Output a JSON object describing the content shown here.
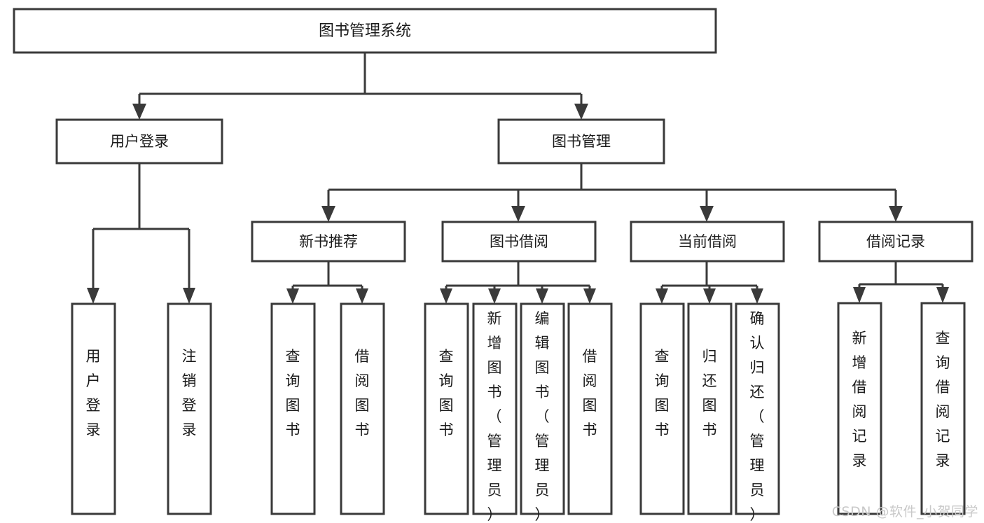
{
  "diagram": {
    "type": "tree-hierarchy",
    "orientation": "top-down",
    "root": {
      "id": "root",
      "label": "图书管理系统"
    },
    "level1": [
      {
        "id": "user-login",
        "label": "用户登录"
      },
      {
        "id": "book-management",
        "label": "图书管理"
      }
    ],
    "level2": [
      {
        "id": "new-book-recommend",
        "label": "新书推荐",
        "parent": "book-management"
      },
      {
        "id": "book-borrow",
        "label": "图书借阅",
        "parent": "book-management"
      },
      {
        "id": "current-borrow",
        "label": "当前借阅",
        "parent": "book-management"
      },
      {
        "id": "borrow-record",
        "label": "借阅记录",
        "parent": "book-management"
      }
    ],
    "leaves": {
      "user-login": [
        {
          "id": "leaf-user-login",
          "label": "用户登录"
        },
        {
          "id": "leaf-user-logout",
          "label": "注销登录"
        }
      ],
      "new-book-recommend": [
        {
          "id": "leaf-query-book-1",
          "label": "查询图书"
        },
        {
          "id": "leaf-borrow-book-1",
          "label": "借阅图书"
        }
      ],
      "book-borrow": [
        {
          "id": "leaf-query-book-2",
          "label": "查询图书"
        },
        {
          "id": "leaf-add-book",
          "label": "新增图书（管理员）"
        },
        {
          "id": "leaf-edit-book",
          "label": "编辑图书（管理员）"
        },
        {
          "id": "leaf-borrow-book-2",
          "label": "借阅图书"
        }
      ],
      "current-borrow": [
        {
          "id": "leaf-query-book-3",
          "label": "查询图书"
        },
        {
          "id": "leaf-return-book",
          "label": "归还图书"
        },
        {
          "id": "leaf-confirm-return",
          "label": "确认归还（管理员）"
        }
      ],
      "borrow-record": [
        {
          "id": "leaf-add-record",
          "label": "新增借阅记录"
        },
        {
          "id": "leaf-query-record",
          "label": "查询借阅记录"
        }
      ]
    }
  },
  "watermark": {
    "text": "CSDN @软件_小贺同学"
  },
  "colors": {
    "background": "#ffffff",
    "box_fill": "#ffffff",
    "box_stroke": "#3a3a3a",
    "text": "#1a1a1a",
    "watermark": "#c9c9c9"
  }
}
